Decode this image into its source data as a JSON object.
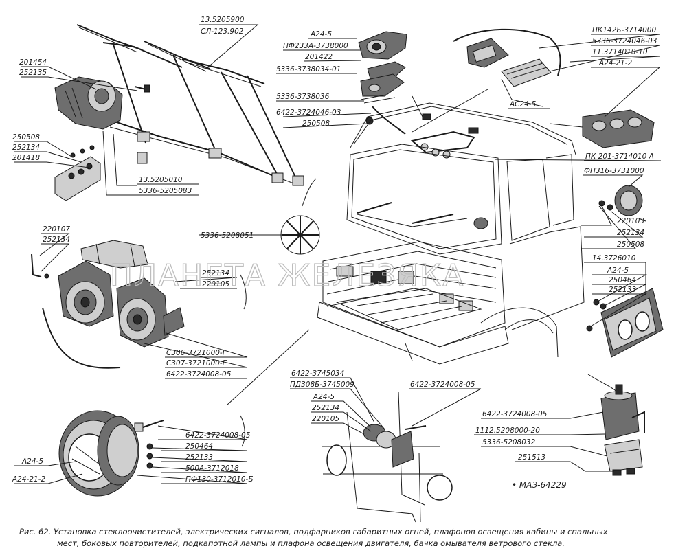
{
  "labels": {
    "wiper_assembly": "13.5205900",
    "wiper_blade": "СЛ-123.902",
    "bolt_201454": "201454",
    "washer_252135": "252135",
    "nut_250508_left": "250508",
    "washer_252134_left": "252134",
    "bolt_201418": "201418",
    "wiper_linkage": "13.5205010",
    "wiper_motor": "5336-5205083",
    "lamp_a24_5_top": "А24-5",
    "lamp_pf233": "ПФ233А-3738000",
    "screw_201422": "201422",
    "lamp_housing": "5336-3738034-01",
    "lamp_base": "5336-3738036",
    "wire_6422_3724046_03_top": "6422-3724046-03",
    "nut_250508_top": "250508",
    "marker_pk142b": "ПК142Б-3714000",
    "marker_wire": "5336-3724046-03",
    "marker_lens": "11.3714010-10",
    "lamp_a24_21_2_top": "А24-21-2",
    "lamp_ac24_5": "АС24-5",
    "marker_pk201": "ПК 201-3714010 А",
    "repeater_fp316": "ФП316-3731000",
    "nut_220103": "220103",
    "washer_252134_right": "252134",
    "nut_250508_right": "250508",
    "wiper_cable": "5336-5208051",
    "horn_bolt_220107": "220107",
    "horn_washer_252134": "252134",
    "horn_washer_252134_b": "252134",
    "horn_nut_220105": "220105",
    "foglamp_14": "14.3726010",
    "foglamp_a24_5": "А24-5",
    "foglamp_250464": "250464",
    "foglamp_252133": "252133",
    "horn_c306": "С306-3721000-Г",
    "horn_c307": "С307-3721000-Г",
    "horn_wire": "6422-3724008-05",
    "engine_wire_6422_3745034": "6422-3745034",
    "engine_lamp_pd308": "ПД308Б-3745009",
    "engine_a24_5": "А24-5",
    "engine_252134": "252134",
    "engine_220105": "220105",
    "engine_wire_6422_3724008": "6422-3724008-05",
    "washer_wire": "6422-3724008-05",
    "washer_tank": "1112.5208000-20",
    "washer_bracket": "5336-5208032",
    "washer_bolt": "251513",
    "headlamp_wire": "6422-3724008-05",
    "headlamp_250464": "250464",
    "headlamp_252133": "252133",
    "headlamp_500a": "500А-3712018",
    "headlamp_pf130": "ПФ130-3712010-Б",
    "headlamp_a24_5": "А24-5",
    "headlamp_a24_21_2": "А24-21-2",
    "model": "• МАЗ-64229"
  },
  "watermark": "ПЛАНЕТА ЖЕЛЕЗЯКА",
  "caption": {
    "line1": "Рис. 62. Установка стеклоочистителей, электрических сигналов, подфарников габаритных огней, плафонов освещения кабины и спальных",
    "line2": "мест, боковых повторителей, подкапотной лампы и плафона освещения двигателя, бачка омывателя ветрового стекла."
  }
}
